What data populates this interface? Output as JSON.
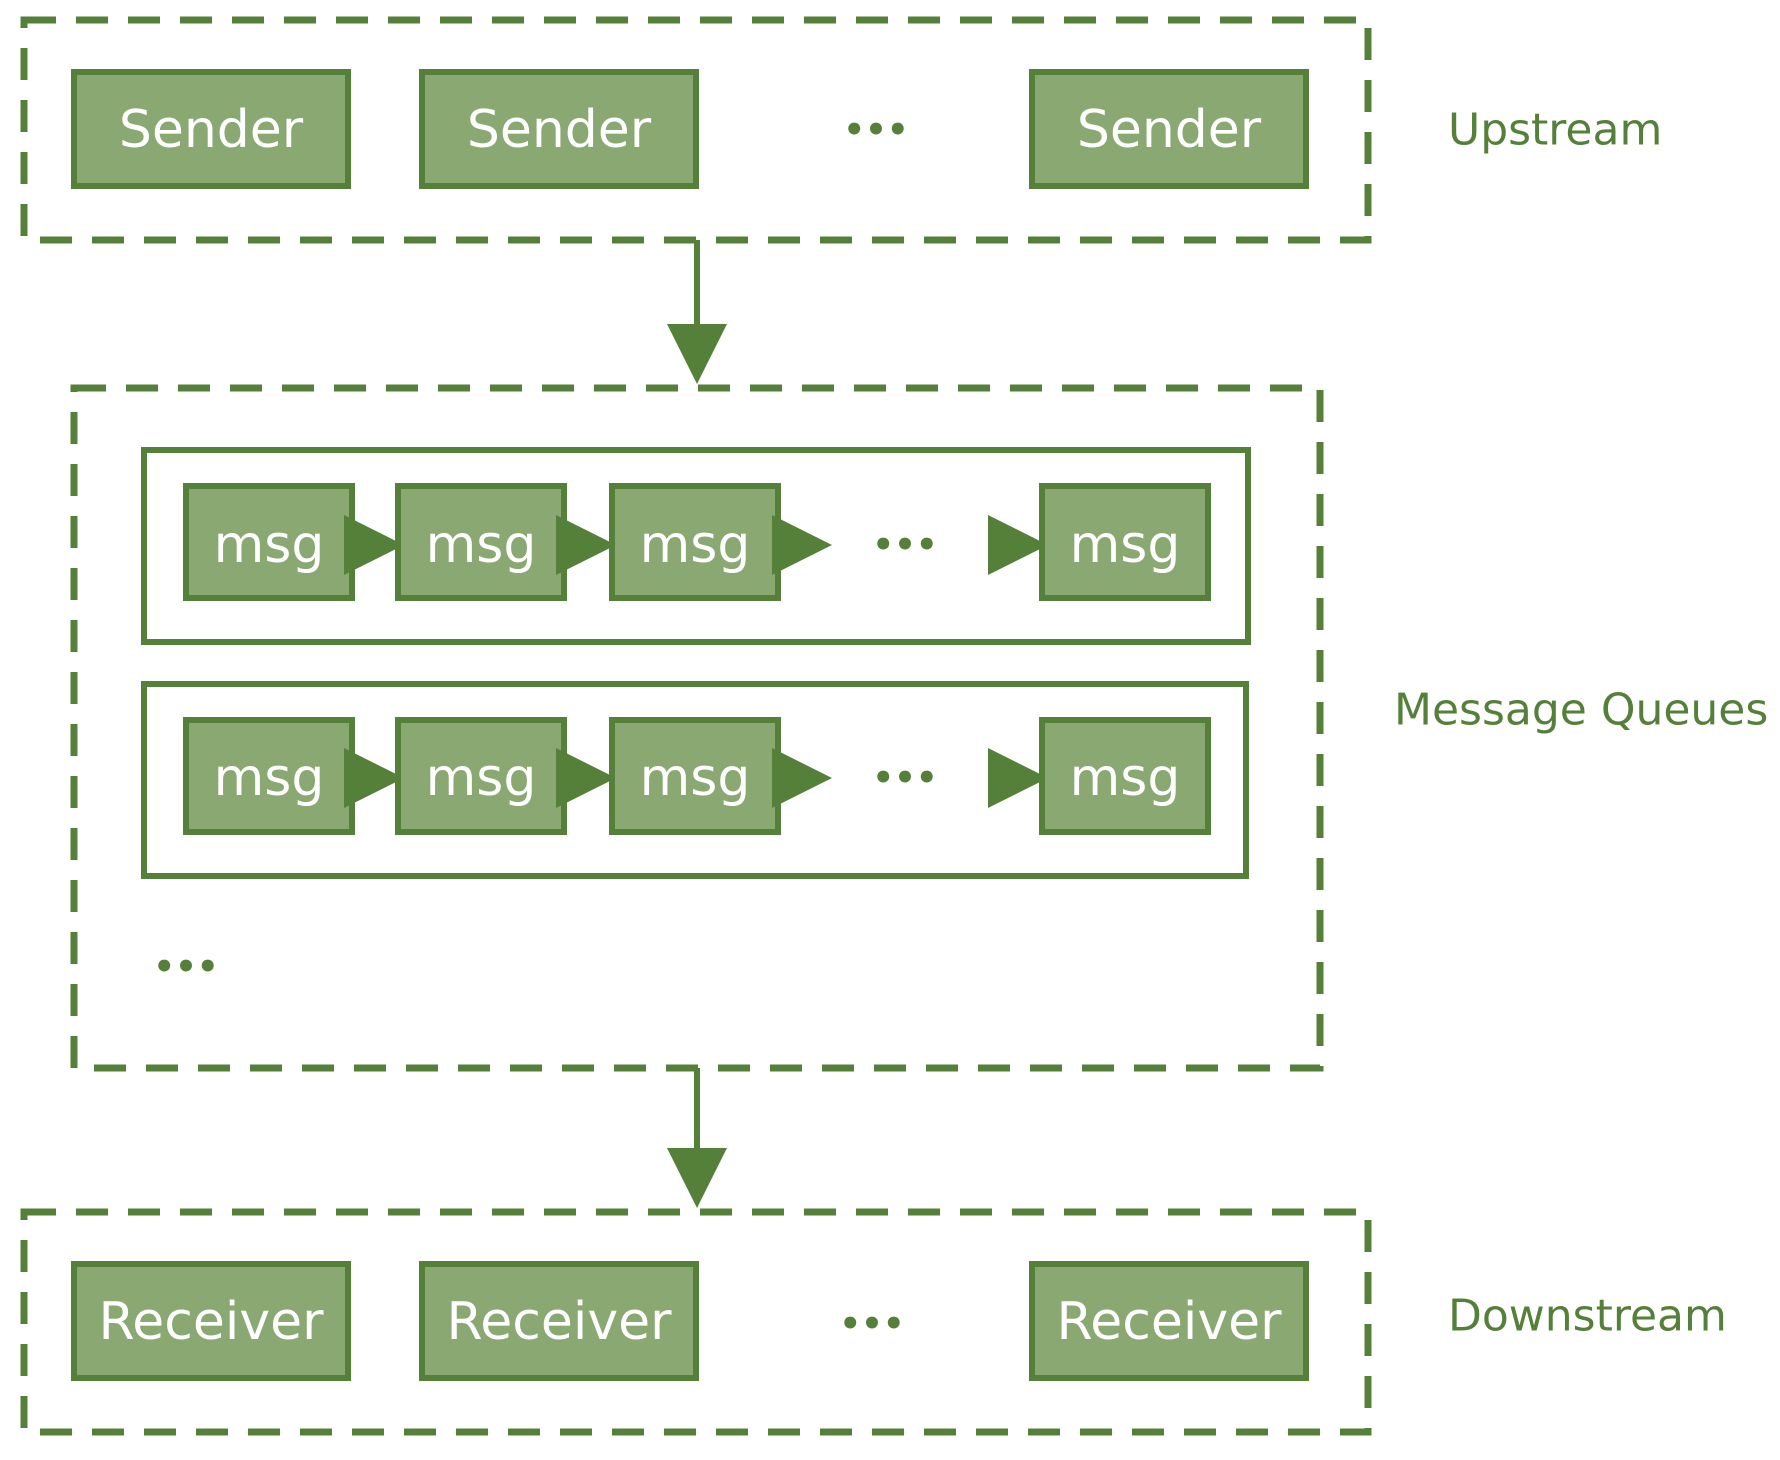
{
  "colors": {
    "accent": "#55803a",
    "node_fill": "#8aa872",
    "text_on_node": "#ffffff",
    "background": "#ffffff"
  },
  "upstream": {
    "label": "Upstream",
    "nodes": [
      "Sender",
      "Sender",
      "Sender"
    ],
    "ellipsis": "•••"
  },
  "queues": {
    "label": "Message Queues",
    "rows": [
      {
        "messages": [
          "msg",
          "msg",
          "msg",
          "msg"
        ],
        "ellipsis": "•••"
      },
      {
        "messages": [
          "msg",
          "msg",
          "msg",
          "msg"
        ],
        "ellipsis": "•••"
      }
    ],
    "more_ellipsis": "•••"
  },
  "downstream": {
    "label": "Downstream",
    "nodes": [
      "Receiver",
      "Receiver",
      "Receiver"
    ],
    "ellipsis": "•••"
  }
}
